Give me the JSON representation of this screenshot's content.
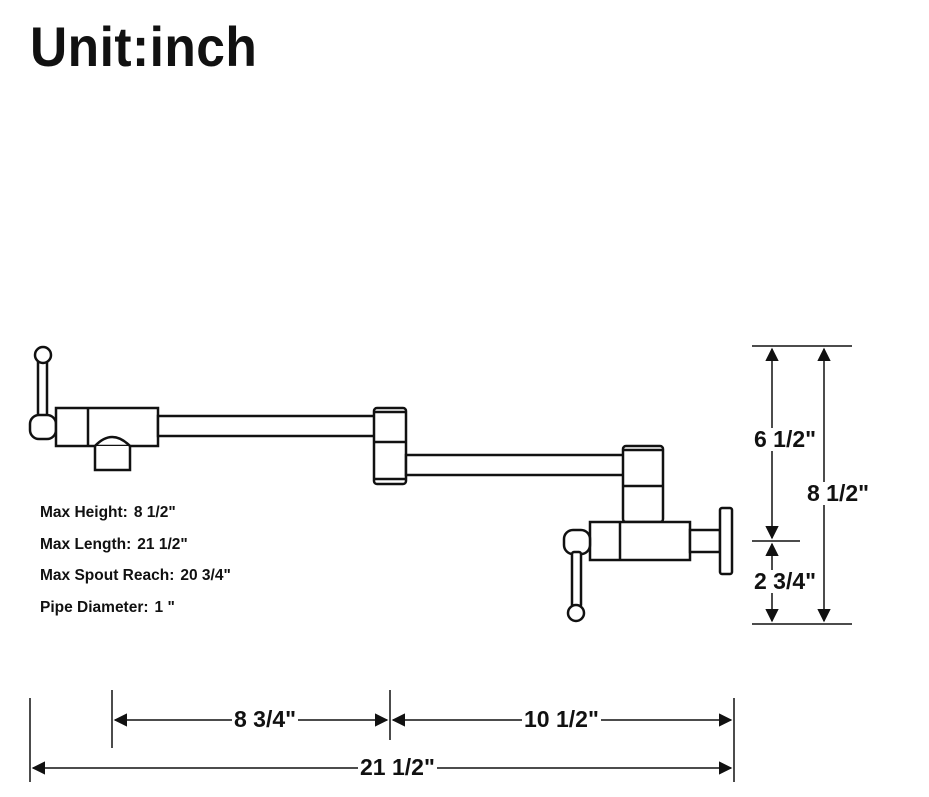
{
  "title": "Unit:inch",
  "specs": [
    {
      "label": "Max Height:",
      "value": "8 1/2\""
    },
    {
      "label": "Max Length:",
      "value": "21 1/2\""
    },
    {
      "label": "Max Spout Reach:",
      "value": "20 3/4\""
    },
    {
      "label": "Pipe Diameter:",
      "value": "1 \""
    }
  ],
  "dimensions": {
    "vertical_upper": "6 1/2\"",
    "vertical_lower": "2 3/4\"",
    "vertical_total": "8 1/2\"",
    "horizontal_left": "8 3/4\"",
    "horizontal_right": "10 1/2\"",
    "horizontal_total": "21 1/2\""
  },
  "colors": {
    "line": "#111111",
    "background": "#ffffff"
  }
}
